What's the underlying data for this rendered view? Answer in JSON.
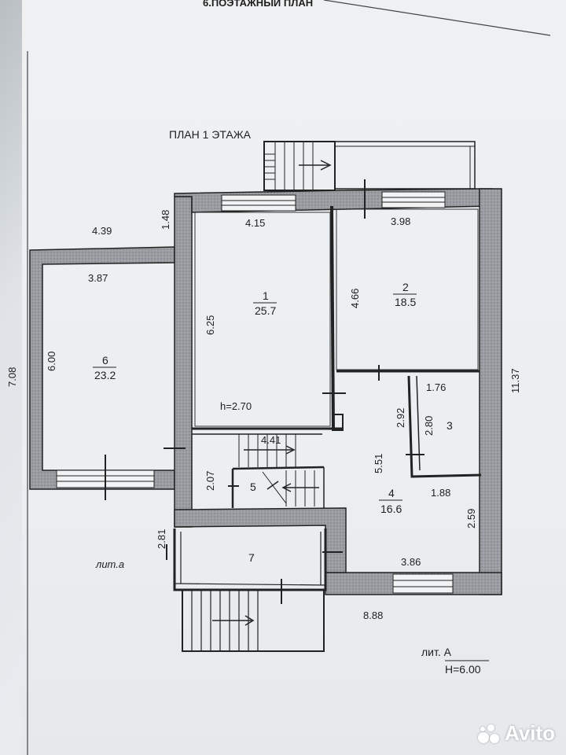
{
  "header": {
    "title": "6.ПОЭТАЖНЫЙ ПЛАН"
  },
  "floor_title": "ПЛАН 1 ЭТАЖА",
  "rooms": [
    {
      "number": "1",
      "area": "25.7"
    },
    {
      "number": "2",
      "area": "18.5"
    },
    {
      "number": "3"
    },
    {
      "number": "4",
      "area": "16.6"
    },
    {
      "number": "5"
    },
    {
      "number": "6",
      "area": "23.2"
    },
    {
      "number": "7"
    }
  ],
  "dimensions": {
    "d_4_39": "4.39",
    "d_1_48": "1.48",
    "d_4_15": "4.15",
    "d_3_98": "3.98",
    "d_3_87": "3.87",
    "d_4_66": "4.66",
    "d_6_25": "6.25",
    "d_7_08": "7.08",
    "d_6_00": "6.00",
    "d_11_37": "11.37",
    "d_1_76": "1.76",
    "d_2_92": "2.92",
    "d_2_80": "2.80",
    "d_4_41": "4.41",
    "d_5_51": "5.51",
    "d_2_07": "2.07",
    "d_1_88": "1.88",
    "d_2_59": "2.59",
    "d_2_81": "2.81",
    "d_3_86": "3.86",
    "d_8_88": "8.88"
  },
  "ceiling_height": "h=2.70",
  "lit_a_small": "лит.а",
  "lit_a_label": "лит. А",
  "height_label": "H=6.00",
  "watermark": {
    "text": "Avito"
  }
}
